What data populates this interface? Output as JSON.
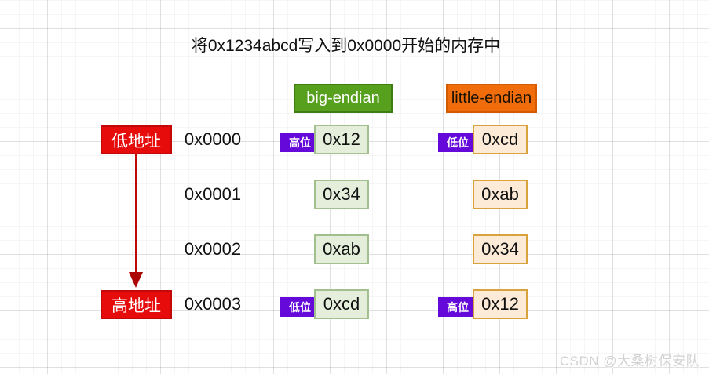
{
  "title": "将0x1234abcd写入到0x0000开始的内存中",
  "headers": {
    "big": "big-endian",
    "little": "little-endian"
  },
  "address_markers": {
    "low": "低地址",
    "high": "高地址"
  },
  "rows": [
    {
      "address": "0x0000",
      "big": {
        "tag": "高位",
        "value": "0x12"
      },
      "little": {
        "tag": "低位",
        "value": "0xcd"
      }
    },
    {
      "address": "0x0001",
      "big": {
        "value": "0x34"
      },
      "little": {
        "value": "0xab"
      }
    },
    {
      "address": "0x0002",
      "big": {
        "value": "0xab"
      },
      "little": {
        "value": "0x34"
      }
    },
    {
      "address": "0x0003",
      "big": {
        "tag": "低位",
        "value": "0xcd"
      },
      "little": {
        "tag": "高位",
        "value": "0x12"
      }
    }
  ],
  "watermark": "CSDN @大桑树保安队",
  "colors": {
    "big_endian_header": "#56a01d",
    "little_endian_header": "#f16d0c",
    "address_marker_red": "#e60c0c",
    "byte_tag_purple": "#6409d9",
    "big_cell_fill": "#e4eeda",
    "big_cell_border": "#a2bf8e",
    "little_cell_fill": "#fdebd7",
    "little_cell_border": "#d8a23c",
    "arrow_red": "#bb0808"
  }
}
